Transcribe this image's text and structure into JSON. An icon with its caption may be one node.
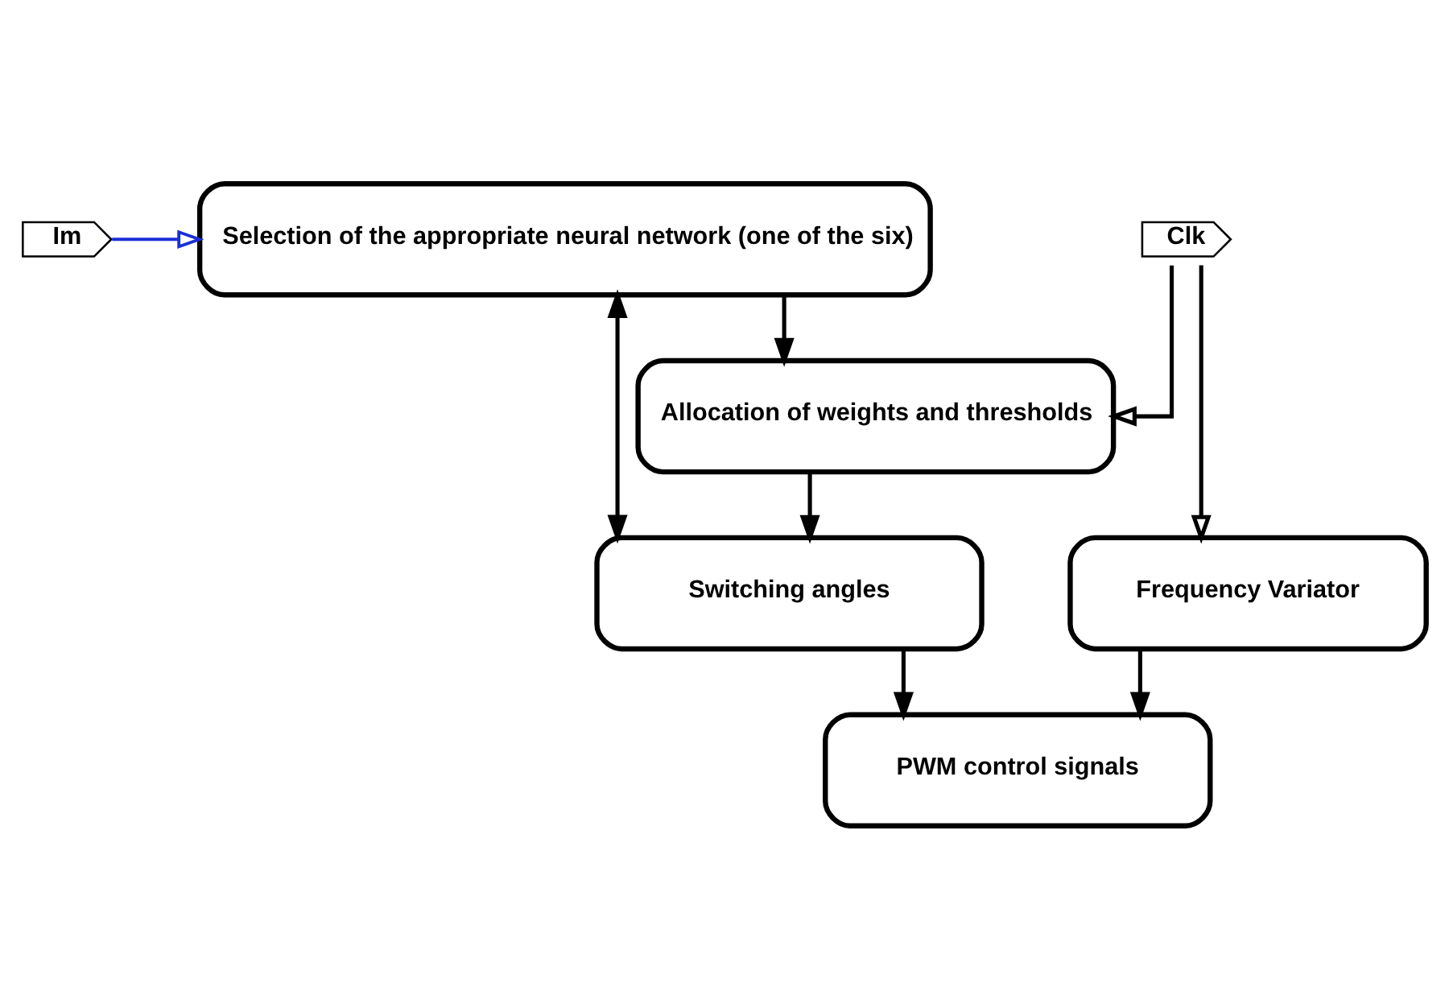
{
  "diagram": {
    "nodes": [
      {
        "text": [
          "Im"
        ]
      },
      {
        "text": [
          "Selection of the appropriate neural network (one of the six)"
        ]
      },
      {
        "text": [
          "Clk"
        ]
      },
      {
        "text": [
          "Allocation of weights and thresholds"
        ]
      },
      {
        "text": [
          "Switching angles"
        ]
      },
      {
        "text": [
          "Frequency Variator"
        ]
      },
      {
        "text": [
          "PWM control signals"
        ]
      }
    ],
    "edges": [
      {
        "from": 0,
        "to": 1,
        "arrow": "to",
        "color": "#1a2fd6"
      },
      {
        "from": 1,
        "to": 3,
        "arrow": "to"
      },
      {
        "from": 3,
        "to": 4,
        "arrow": "to"
      },
      {
        "from": 1,
        "to": 4,
        "arrow": "both"
      },
      {
        "from": 2,
        "to": 3,
        "arrow": "to"
      },
      {
        "from": 2,
        "to": 5,
        "arrow": "to"
      },
      {
        "from": 4,
        "to": 6,
        "arrow": "to"
      },
      {
        "from": 5,
        "to": 6,
        "arrow": "to"
      }
    ]
  }
}
